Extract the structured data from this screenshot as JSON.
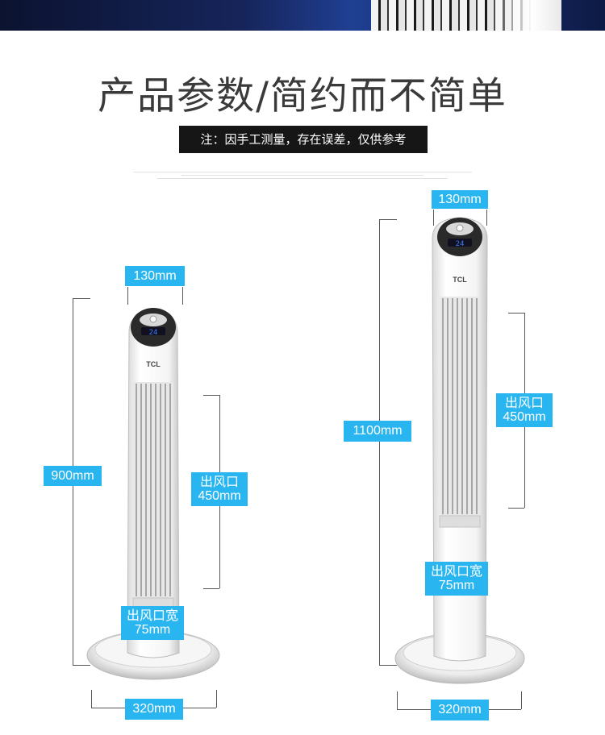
{
  "header": {
    "title": "产品参数/简约而不简单",
    "note": "注：因手工测量，存在误差，仅供参考"
  },
  "brand": "TCL",
  "display_reading": "24",
  "colors": {
    "accent": "#29b6f0",
    "note_bg": "#161616"
  },
  "left_fan": {
    "top_width": "130mm",
    "height": "900mm",
    "outlet_label": "出风口",
    "outlet_height": "450mm",
    "outlet_width_label": "出风口宽",
    "outlet_width": "75mm",
    "base_width": "320mm"
  },
  "right_fan": {
    "top_width": "130mm",
    "height": "1100mm",
    "outlet_label": "出风口",
    "outlet_height": "450mm",
    "outlet_width_label": "出风口宽",
    "outlet_width": "75mm",
    "base_width": "320mm"
  }
}
